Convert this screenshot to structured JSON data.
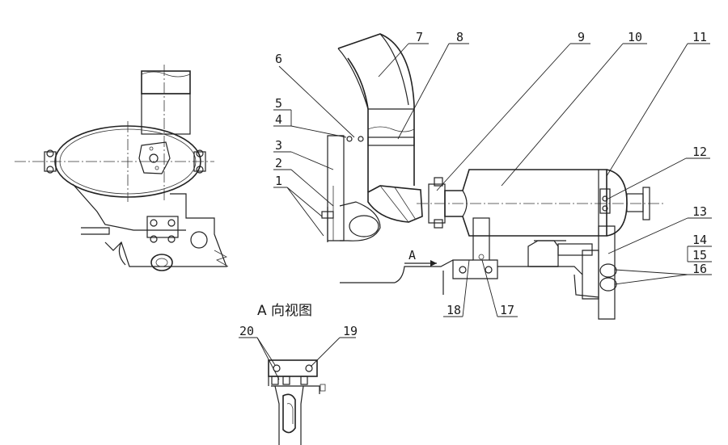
{
  "caption": "A 向视图",
  "arrow_label": "A",
  "callouts": [
    "1",
    "2",
    "3",
    "4",
    "5",
    "6",
    "7",
    "8",
    "9",
    "10",
    "11",
    "12",
    "13",
    "14",
    "15",
    "16",
    "17",
    "18",
    "19",
    "20"
  ]
}
